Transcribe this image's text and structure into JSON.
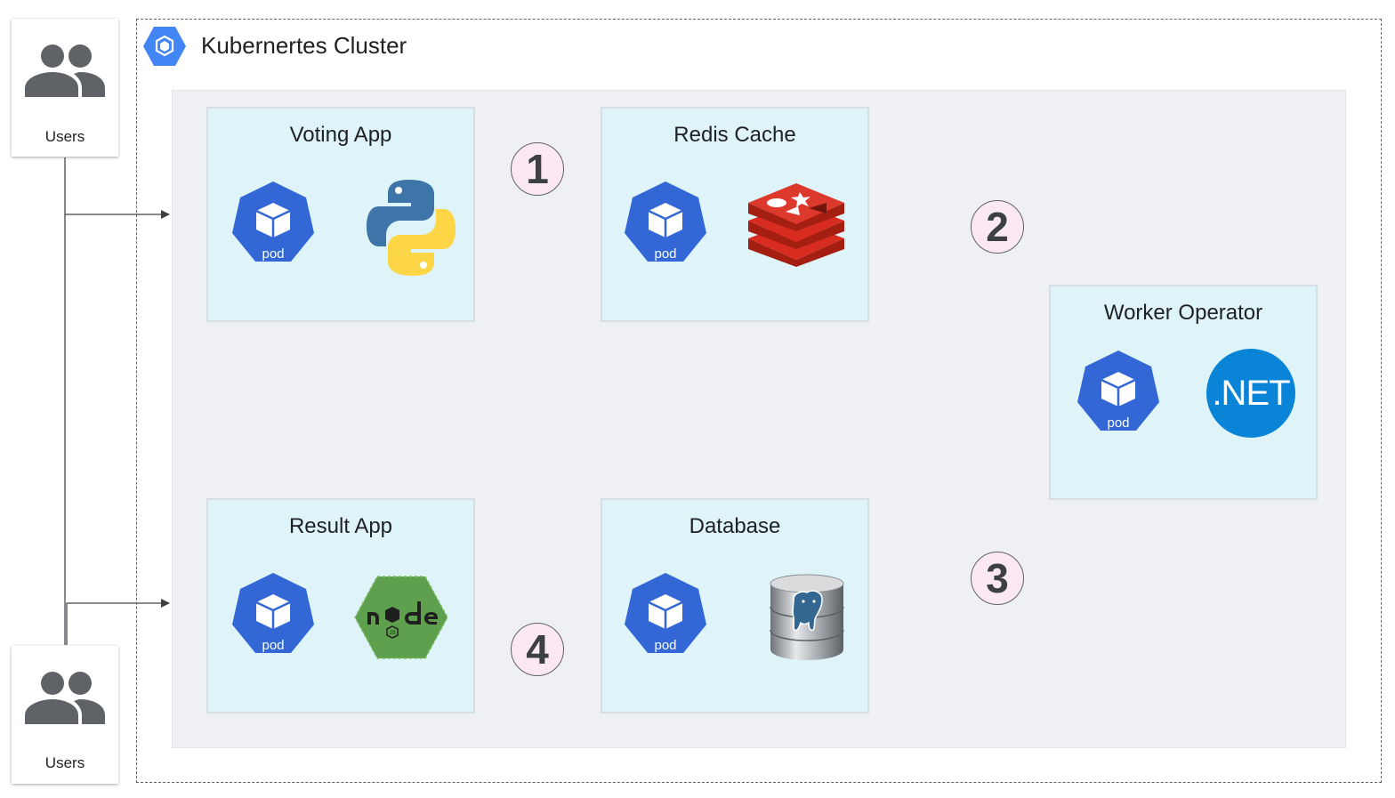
{
  "cluster": {
    "title": "Kubernertes Cluster",
    "icon": "kubernetes-engine-icon"
  },
  "users": {
    "top_label": "Users",
    "bottom_label": "Users",
    "icon": "users-icon"
  },
  "components": {
    "voting": {
      "title": "Voting App",
      "pod_label": "pod",
      "tech_icon": "python-icon"
    },
    "redis": {
      "title": "Redis Cache",
      "pod_label": "pod",
      "tech_icon": "redis-icon"
    },
    "worker": {
      "title": "Worker Operator",
      "pod_label": "pod",
      "tech_label": ".NET",
      "tech_icon": "dotnet-icon"
    },
    "result": {
      "title": "Result App",
      "pod_label": "pod",
      "tech_icon": "nodejs-icon"
    },
    "database": {
      "title": "Database",
      "pod_label": "pod",
      "tech_icon": "postgresql-icon"
    }
  },
  "steps": [
    "1",
    "2",
    "3",
    "4"
  ],
  "colors": {
    "pod_blue": "#3367d6",
    "box_fill": "#dff4f8",
    "inner_fill": "#eef0f4",
    "step_fill": "#fce8f3",
    "dotnet_blue": "#0a84d6",
    "redis_red": "#d82c20",
    "node_green": "#5fa04e"
  }
}
